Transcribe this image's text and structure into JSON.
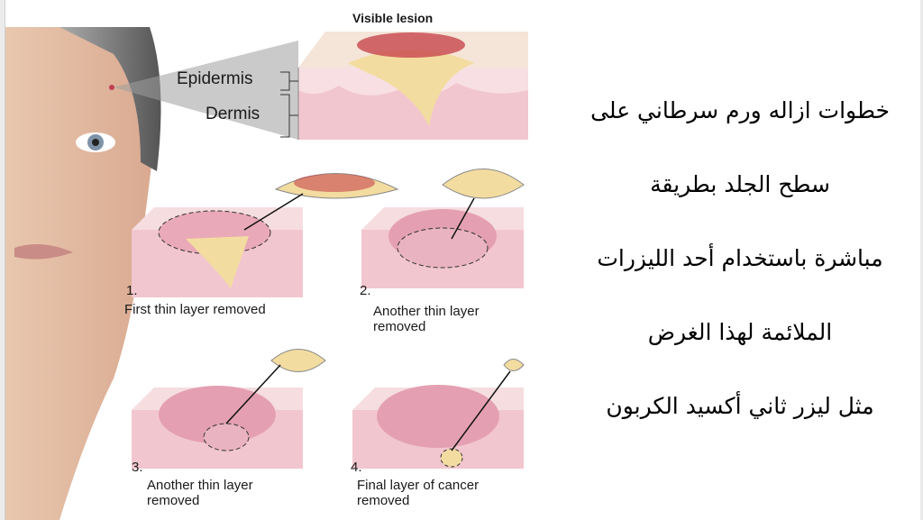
{
  "diagram": {
    "top_label": "Visible lesion",
    "layers": {
      "epidermis": "Epidermis",
      "dermis": "Dermis"
    },
    "steps": [
      {
        "number": "1.",
        "caption_lines": [
          "First thin layer removed"
        ]
      },
      {
        "number": "2.",
        "caption_lines": [
          "Another thin layer",
          "removed"
        ]
      },
      {
        "number": "3.",
        "caption_lines": [
          "Another thin layer",
          "removed"
        ]
      },
      {
        "number": "4.",
        "caption_lines": [
          "Final layer of cancer",
          "removed"
        ]
      }
    ]
  },
  "text_lines": [
    "خطوات ازاله ورم سرطاني على",
    "سطح الجلد بطريقة",
    "مباشرة باستخدام أحد الليزرات",
    "الملائمة لهذا الغرض",
    "مثل ليزر ثاني أكسيد الكربون"
  ],
  "colors": {
    "skin": "#f2c6cf",
    "epidermis": "#f7dfe3",
    "tumor": "#f3dca0",
    "lesion": "#c8464e"
  }
}
